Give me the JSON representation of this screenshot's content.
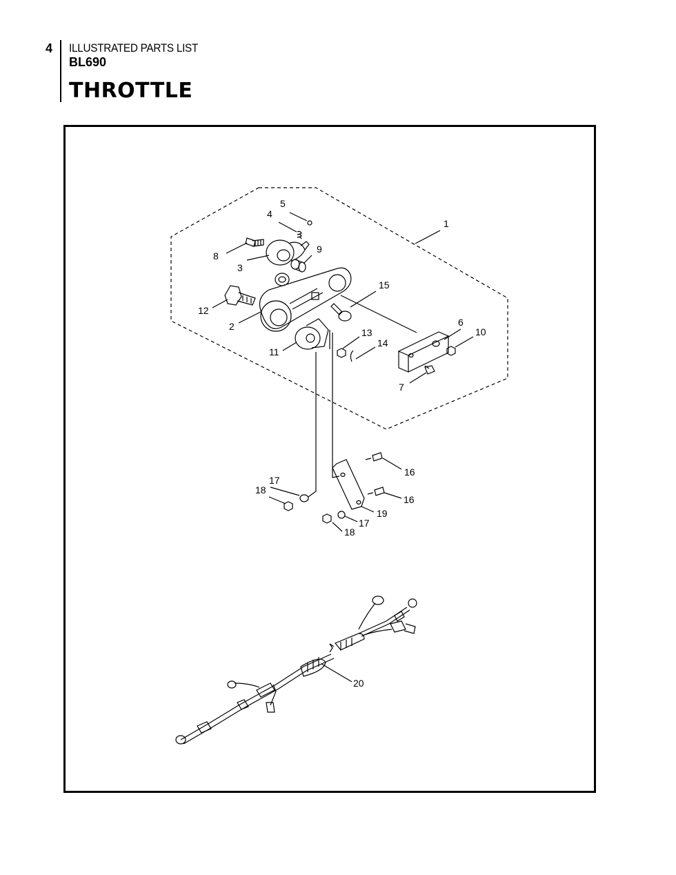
{
  "header": {
    "page_number": "4",
    "section": "ILLUSTRATED PARTS LIST",
    "model": "BL690",
    "title": "THROTTLE"
  },
  "callouts": {
    "c1": "1",
    "c2": "2",
    "c3": "3",
    "c4": "4",
    "c5": "5",
    "c6": "6",
    "c7": "7",
    "c8": "8",
    "c9": "9",
    "c10": "10",
    "c11": "11",
    "c12": "12",
    "c13": "13",
    "c14": "14",
    "c15": "15",
    "c16a": "16",
    "c16b": "16",
    "c17a": "17",
    "c17b": "17",
    "c18a": "18",
    "c18b": "18",
    "c19": "19",
    "c20": "20"
  }
}
